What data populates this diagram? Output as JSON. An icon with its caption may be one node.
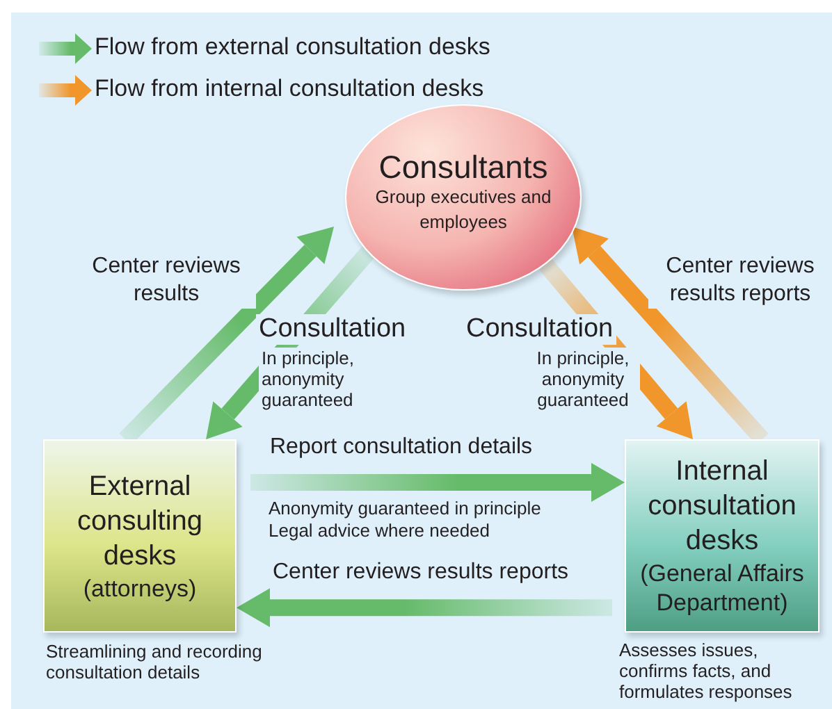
{
  "diagram": {
    "nodes": [
      {
        "text": [
          "Consultants",
          "Group executives and employees"
        ]
      },
      {
        "text": [
          "External consulting desks",
          "(attorneys)"
        ],
        "beside": [
          "Streamlining and recording consultation details"
        ]
      },
      {
        "text": [
          "Internal consultation desks",
          "(General Affairs Department)"
        ],
        "beside": [
          "Assesses issues, confirms facts, and formulates responses"
        ]
      }
    ],
    "edges": [
      {
        "from": 1,
        "to": 0,
        "arrow": "to",
        "label": "Center reviews results"
      },
      {
        "from": 0,
        "to": 1,
        "arrow": "to",
        "label": "Consultation"
      },
      {
        "from": 0,
        "to": 2,
        "arrow": "to",
        "label": "Consultation",
        "color": "#f0962a"
      },
      {
        "from": 2,
        "to": 0,
        "arrow": "to",
        "label": "Center reviews results reports",
        "color": "#f0962a"
      },
      {
        "from": 1,
        "to": 2,
        "arrow": "to",
        "label": "Report consultation details"
      },
      {
        "from": 2,
        "to": 1,
        "arrow": "to",
        "label": "Center reviews results reports"
      }
    ],
    "labels": [
      "In principle, anonymity guaranteed",
      "In principle, anonymity guaranteed",
      "Anonymity guaranteed in principle",
      "Legal advice where needed"
    ],
    "legend": [
      {
        "text": "Flow from external consultation desks",
        "color": "#66bb6a"
      },
      {
        "text": "Flow from internal consultation desks",
        "color": "#f0962a"
      }
    ]
  }
}
